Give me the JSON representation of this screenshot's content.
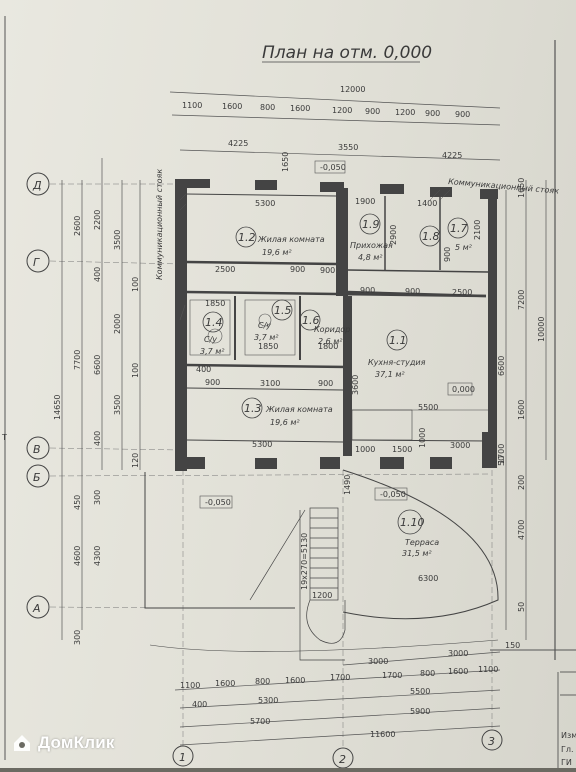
{
  "title": "План на отм. 0,000",
  "level_marks": [
    "-0,050",
    "-0,050",
    "-0,050",
    "0,000"
  ],
  "axes": {
    "letters": [
      "Д",
      "Г",
      "В",
      "Б",
      "А"
    ],
    "numbers": [
      "1",
      "2",
      "3"
    ]
  },
  "top_dims": {
    "overall": "12000",
    "chain": [
      "1100",
      "1600",
      "800",
      "1600",
      "1200",
      "900",
      "1200",
      "900",
      "900"
    ],
    "second": [
      "4225",
      "3550",
      "4225"
    ],
    "small": [
      "1650"
    ]
  },
  "bottom_dims": {
    "row1": [
      "1100",
      "1600",
      "800",
      "1600",
      "1700",
      "1700",
      "800",
      "1600",
      "1100"
    ],
    "row2": [
      "400",
      "5300",
      "5500"
    ],
    "row3": [
      "5700",
      "5900"
    ],
    "overall": "11600",
    "upper": [
      "3000",
      "3000",
      "150"
    ]
  },
  "left_dims": {
    "overall": "14650",
    "col1": [
      "2600",
      "7700",
      "450",
      "4600",
      "300"
    ],
    "col2": [
      "2200",
      "400",
      "6600",
      "400",
      "300",
      "4300"
    ],
    "col3": [
      "3500",
      "2000",
      "3500"
    ],
    "col4": [
      "100",
      "100",
      "120"
    ]
  },
  "right_dims": {
    "overall": "10000",
    "col1": [
      "1650",
      "7200",
      "1600",
      "50"
    ],
    "col2": [
      "6600",
      "1700",
      "200",
      "4700",
      "50"
    ]
  },
  "inner_dims": [
    "5300",
    "2500",
    "900",
    "900",
    "1900",
    "1400",
    "1850",
    "1850",
    "900",
    "900",
    "2500",
    "3100",
    "900",
    "900",
    "1800",
    "5500",
    "5300",
    "1000",
    "1500",
    "3000",
    "1000",
    "6300",
    "1200",
    "1490",
    "3600",
    "400",
    "2900",
    "900",
    "2100"
  ],
  "shafts": [
    "Коммуникационный стояк",
    "Коммуникационный стояк"
  ],
  "rooms": [
    {
      "num": "1.2",
      "name": "Жилая комната",
      "area": "19,6 м²"
    },
    {
      "num": "1.9",
      "name": "Прихожая",
      "area": "4,8 м²"
    },
    {
      "num": "1.8",
      "name": "",
      "area": ""
    },
    {
      "num": "1.7",
      "name": "",
      "area": "5 м²"
    },
    {
      "num": "1.4",
      "name": "С/у",
      "area": "3,7 м²"
    },
    {
      "num": "1.5",
      "name": "С/у",
      "area": "3,7 м²"
    },
    {
      "num": "1.6",
      "name": "Коридор",
      "area": "2,6 м²"
    },
    {
      "num": "1.1",
      "name": "Кухня-студия",
      "area": "37,1 м²"
    },
    {
      "num": "1.3",
      "name": "Жилая комната",
      "area": "19,6 м²"
    },
    {
      "num": "1.10",
      "name": "Терраса",
      "area": "31,5 м²"
    }
  ],
  "stair_label": "19х270=5130",
  "title_block": [
    "Изм",
    "Гл.",
    "ГИ"
  ],
  "watermark": "ДомКлик",
  "colors": {
    "line": "#3a3a3a",
    "paper": "#e6e5dc",
    "watermark": "#ffffff"
  }
}
